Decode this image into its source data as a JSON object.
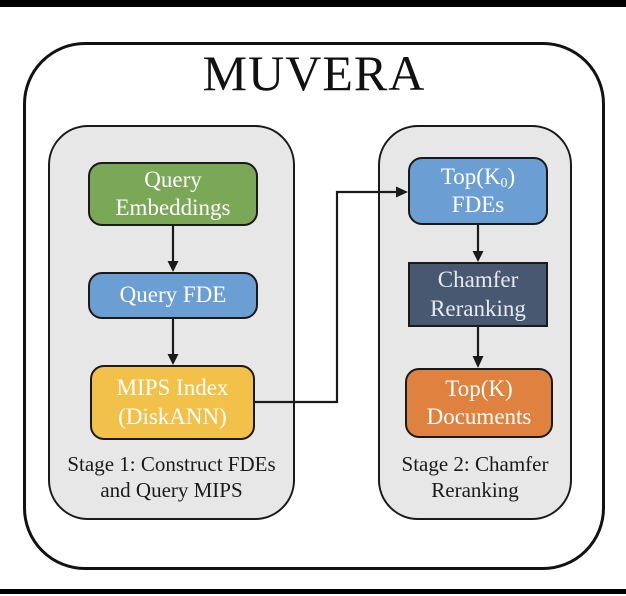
{
  "figure": {
    "title": "MUVERA"
  },
  "stage1": {
    "caption": {
      "line1": "Stage 1: Construct FDEs",
      "line2": "and Query MIPS"
    },
    "nodes": {
      "query_embeddings": {
        "line1": "Query",
        "line2": "Embeddings",
        "color": "#7aa857"
      },
      "query_fde": {
        "line1": "Query FDE",
        "color": "#6b9fd3"
      },
      "mips_index": {
        "line1": "MIPS Index",
        "line2": "(DiskANN)",
        "color": "#f2c14a"
      }
    }
  },
  "stage2": {
    "caption": {
      "line1": "Stage 2: Chamfer",
      "line2": "Reranking"
    },
    "nodes": {
      "top_k0_fdes": {
        "line1_prefix": "Top(K",
        "line1_sub": "0",
        "line1_suffix": ")",
        "line2": "FDEs",
        "color": "#6b9fd3"
      },
      "chamfer_reranking": {
        "line1": "Chamfer",
        "line2": "Reranking",
        "color": "#485871"
      },
      "top_k_documents": {
        "line1": "Top(K)",
        "line2": "Documents",
        "color": "#e0823f"
      }
    }
  },
  "colors": {
    "panel_gray": "#e8e7e8",
    "border_black": "#1a1a1a",
    "node_text_white": "#ffffff",
    "green": "#7aa857",
    "blue": "#6b9fd3",
    "yellow": "#f2c14a",
    "dark_slate": "#485871",
    "orange": "#e0823f"
  }
}
